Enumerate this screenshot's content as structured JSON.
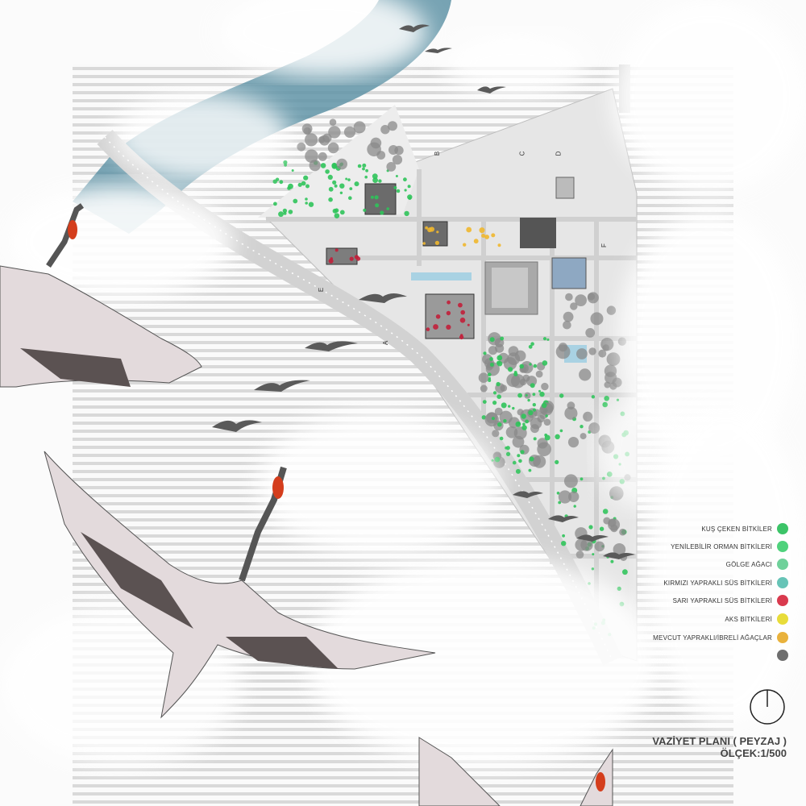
{
  "title": "VAZİYET PLANI ( PEYZAJ )",
  "scale": "ÖLÇEK:1/500",
  "section_markers": [
    "A",
    "B",
    "C",
    "D",
    "E",
    "F"
  ],
  "legend": [
    {
      "label": "KUŞ ÇEKEN BİTKİLER",
      "color": "#3cc468"
    },
    {
      "label": "YENİLEBİLİR ORMAN BİTKİLERİ",
      "color": "#4fd27c"
    },
    {
      "label": "GÖLGE AĞACI",
      "color": "#6fd19a"
    },
    {
      "label": "KIRMIZI YAPRAKLI SÜS BİTKİLERİ",
      "color": "#67c4b7"
    },
    {
      "label": "SARI YAPRAKLI SÜS BİTKİLERİ",
      "color": "#d93a4e"
    },
    {
      "label": "AKS BİTKİLERİ",
      "color": "#e8dc3a"
    },
    {
      "label": "MEVCUT YAPRAKLI/İBRELİ AĞAÇLAR",
      "color": "#e9b23c"
    },
    {
      "label": "",
      "color": "#6e6e6e"
    }
  ],
  "colors": {
    "water": "#5f93a6",
    "plan_ground": "#e6e6e6",
    "road": "#d5d5d5",
    "green_plant": "#2fc35a",
    "yellow_plant": "#f0b72e",
    "red_plant": "#c21f3a",
    "tree": "#8a8a8a",
    "crane_body": "#e3dadc",
    "crane_wing": "#5b5252",
    "crane_crest": "#d43d1c"
  }
}
